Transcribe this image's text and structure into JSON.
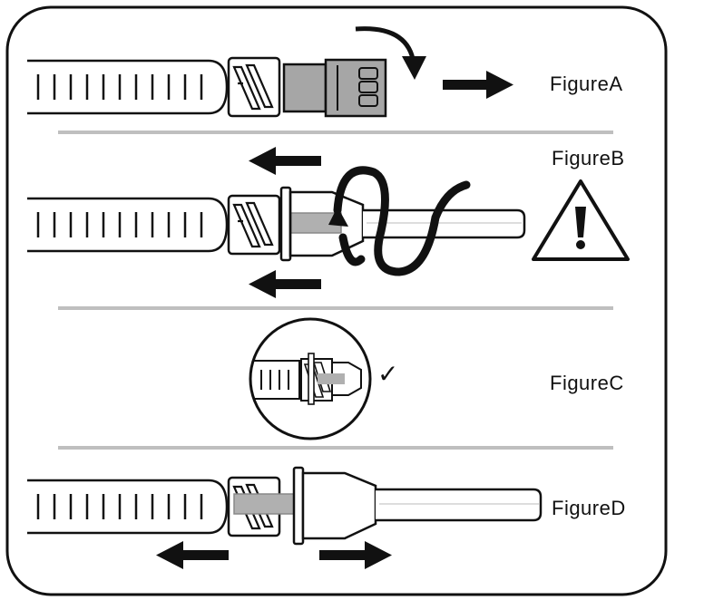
{
  "figures": {
    "a": {
      "label": "FigureA"
    },
    "b": {
      "label": "FigureB"
    },
    "c": {
      "label": "FigureC",
      "check_mark": "✓"
    },
    "d": {
      "label": "FigureD"
    }
  },
  "icons": {
    "warning": "warning-triangle-icon",
    "check": "check-mark-icon"
  },
  "colors": {
    "stroke": "#111111",
    "divider": "#bfbfbf",
    "cap_fill": "#a6a6a6",
    "background": "#ffffff"
  }
}
